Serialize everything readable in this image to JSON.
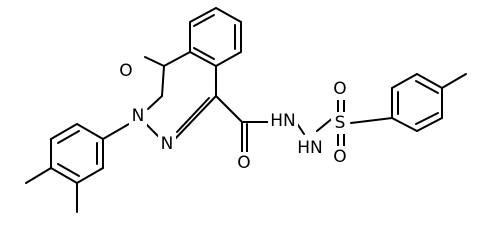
{
  "structure": {
    "atoms": [
      {
        "id": "o_ketone",
        "symbol": "O"
      },
      {
        "id": "n2",
        "symbol": "N"
      },
      {
        "id": "n3",
        "symbol": "N"
      },
      {
        "id": "o_amide",
        "symbol": "O"
      },
      {
        "id": "nh_a",
        "symbol": "HN"
      },
      {
        "id": "nh_b",
        "symbol": "HN"
      },
      {
        "id": "s",
        "symbol": "S"
      },
      {
        "id": "o_s1",
        "symbol": "O"
      },
      {
        "id": "o_s2",
        "symbol": "O"
      }
    ]
  }
}
